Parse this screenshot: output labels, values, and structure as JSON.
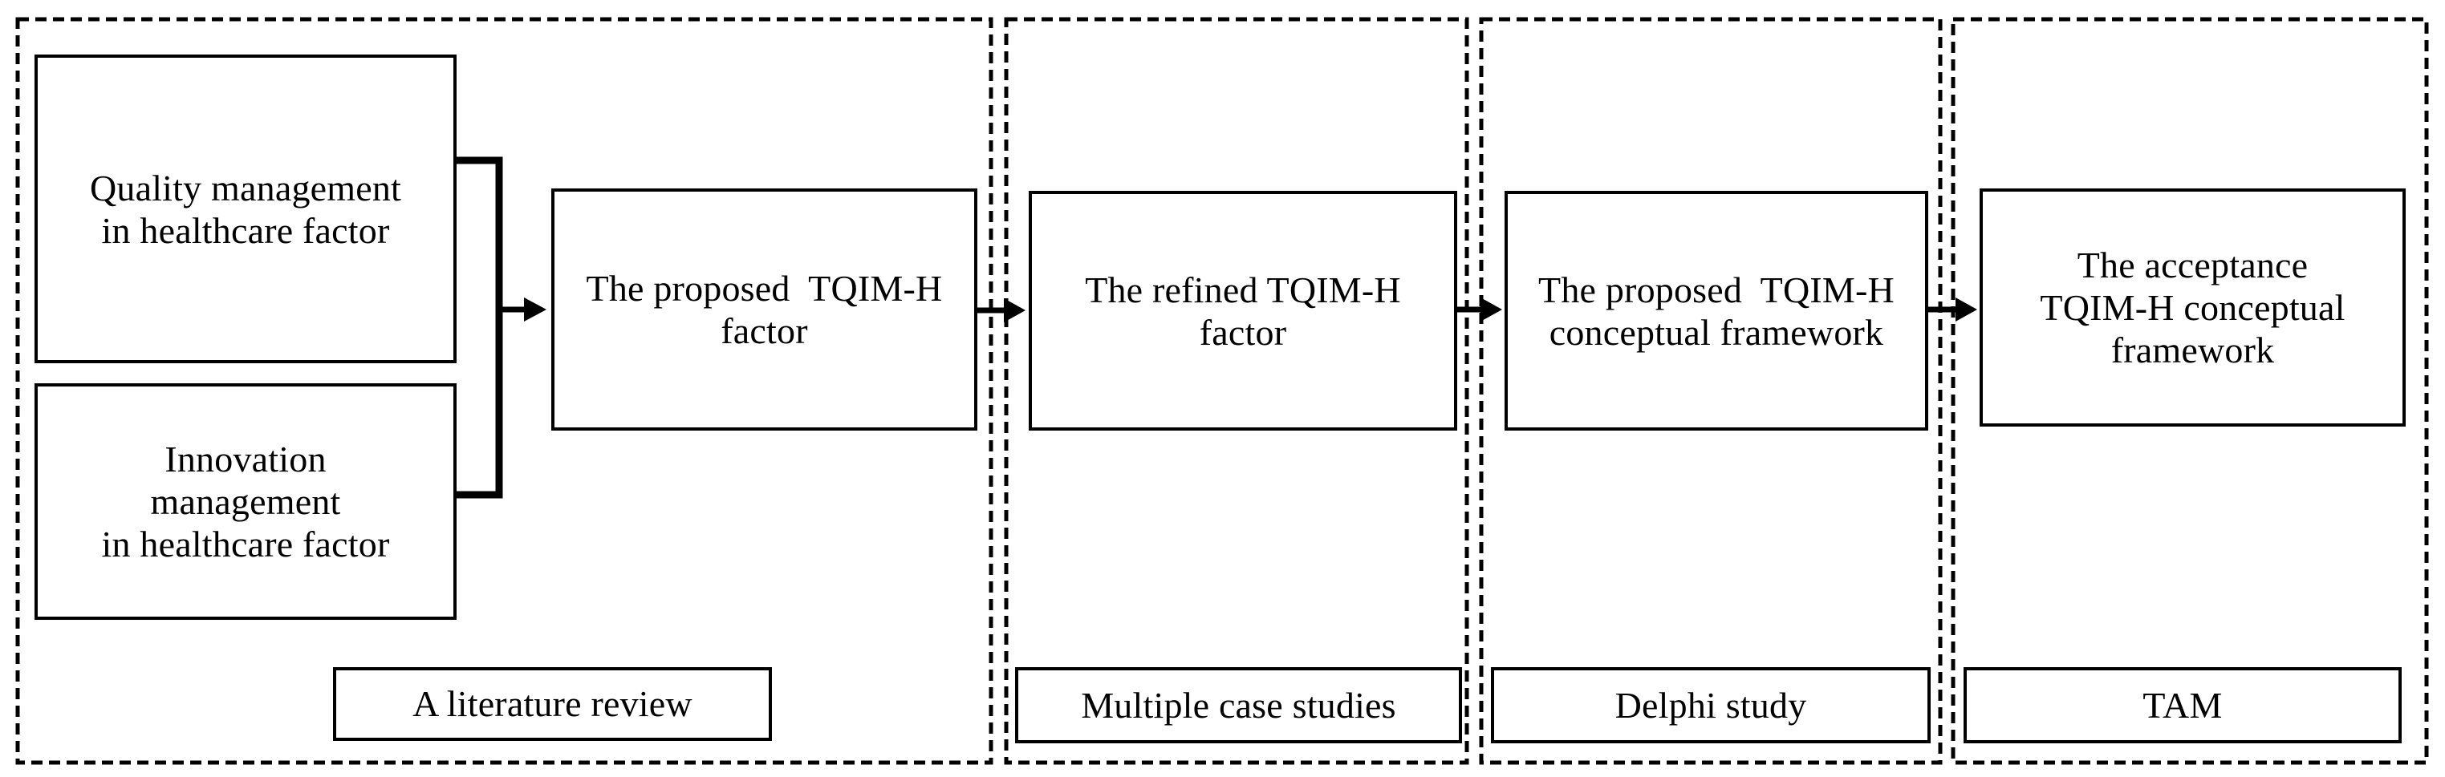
{
  "boxes": {
    "quality": "Quality management\nin healthcare factor",
    "innovation": "Innovation\nmanagement\nin healthcare factor",
    "proposed_factor": "The proposed  TQIM-H\nfactor",
    "refined_factor": "The refined TQIM-H\nfactor",
    "proposed_framework": "The proposed  TQIM-H\nconceptual framework",
    "acceptance_framework": "The acceptance\nTQIM-H conceptual\nframework"
  },
  "methods": [
    {
      "label": "A literature review"
    },
    {
      "label": "Multiple case studies"
    },
    {
      "label": "Delphi study"
    },
    {
      "label": "TAM"
    }
  ],
  "colors": {
    "line": "#000000",
    "text": "#000000",
    "background": "#ffffff"
  }
}
